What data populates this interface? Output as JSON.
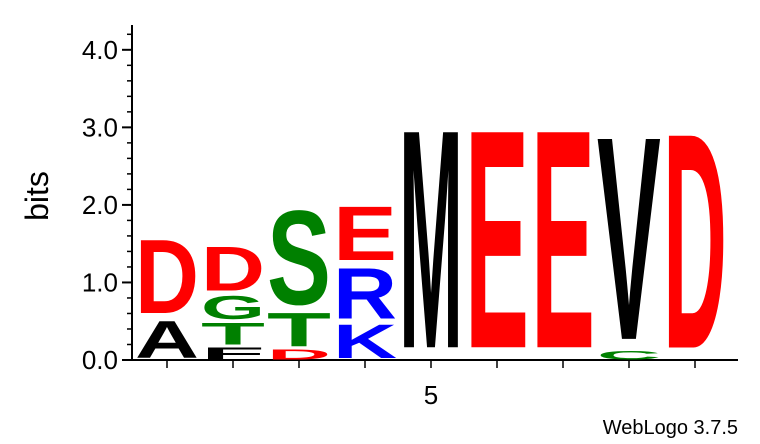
{
  "chart_data": {
    "type": "sequence-logo",
    "ylabel": "bits",
    "ylim": [
      0,
      4.32
    ],
    "ytick_labels": [
      "0.0",
      "1.0",
      "2.0",
      "3.0",
      "4.0"
    ],
    "yticks": [
      0,
      1,
      2,
      3,
      4
    ],
    "xtick_labels": [
      {
        "position": 5,
        "label": "5"
      }
    ],
    "credit": "WebLogo 3.7.5",
    "colors": {
      "D": "#ff0000",
      "E": "#ff0000",
      "G": "#008000",
      "T": "#008000",
      "S": "#008000",
      "C": "#008000",
      "R": "#0000ff",
      "K": "#0000ff",
      "A": "#000000",
      "F": "#000000",
      "M": "#000000",
      "V": "#000000"
    },
    "positions": [
      {
        "position": 1,
        "letters": [
          {
            "letter": "A",
            "bits": 0.55
          },
          {
            "letter": "D",
            "bits": 1.1
          }
        ]
      },
      {
        "position": 2,
        "letters": [
          {
            "letter": "F",
            "bits": 0.18
          },
          {
            "letter": "T",
            "bits": 0.33
          },
          {
            "letter": "G",
            "bits": 0.35
          },
          {
            "letter": "D",
            "bits": 0.66
          }
        ]
      },
      {
        "position": 3,
        "letters": [
          {
            "letter": "D",
            "bits": 0.15
          },
          {
            "letter": "T",
            "bits": 0.5
          },
          {
            "letter": "S",
            "bits": 1.4
          }
        ]
      },
      {
        "position": 4,
        "letters": [
          {
            "letter": "K",
            "bits": 0.5
          },
          {
            "letter": "R",
            "bits": 0.75
          },
          {
            "letter": "E",
            "bits": 0.8
          }
        ]
      },
      {
        "position": 5,
        "letters": [
          {
            "letter": "M",
            "bits": 3.25
          }
        ]
      },
      {
        "position": 6,
        "letters": [
          {
            "letter": "E",
            "bits": 3.25
          }
        ]
      },
      {
        "position": 7,
        "letters": [
          {
            "letter": "E",
            "bits": 3.25
          }
        ]
      },
      {
        "position": 8,
        "letters": [
          {
            "letter": "C",
            "bits": 0.12
          },
          {
            "letter": "V",
            "bits": 3.02
          }
        ]
      },
      {
        "position": 9,
        "letters": [
          {
            "letter": "D",
            "bits": 3.2
          }
        ]
      }
    ]
  }
}
